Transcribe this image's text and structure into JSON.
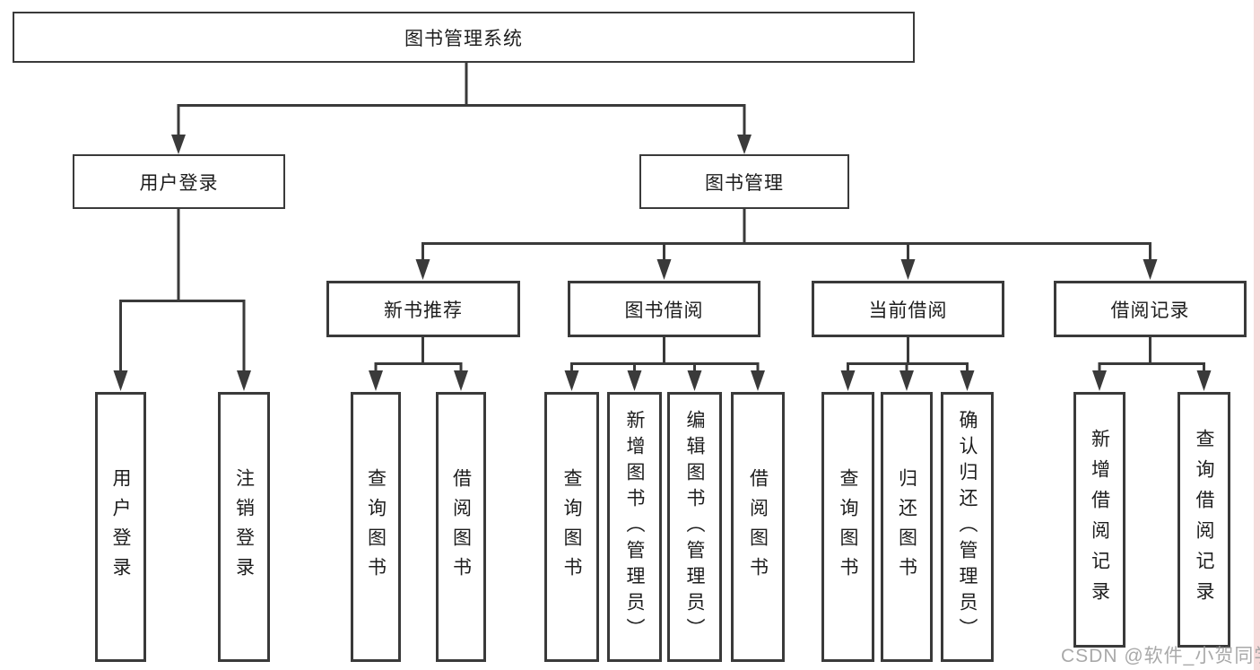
{
  "diagram": {
    "root": {
      "label": "图书管理系统"
    },
    "branches": [
      {
        "label": "用户登录",
        "children": [
          {
            "label": "用户登录"
          },
          {
            "label": "注销登录"
          }
        ]
      },
      {
        "label": "图书管理",
        "children": [
          {
            "label": "新书推荐",
            "children": [
              {
                "label": "查询图书"
              },
              {
                "label": "借阅图书"
              }
            ]
          },
          {
            "label": "图书借阅",
            "children": [
              {
                "label": "查询图书"
              },
              {
                "label": "新增图书（管理员）"
              },
              {
                "label": "编辑图书（管理员）"
              },
              {
                "label": "借阅图书"
              }
            ]
          },
          {
            "label": "当前借阅",
            "children": [
              {
                "label": "查询图书"
              },
              {
                "label": "归还图书"
              },
              {
                "label": "确认归还（管理员）"
              }
            ]
          },
          {
            "label": "借阅记录",
            "children": [
              {
                "label": "新增借阅记录"
              },
              {
                "label": "查询借阅记录"
              }
            ]
          }
        ]
      }
    ]
  },
  "watermark": {
    "text": "CSDN @软件_小贺同学"
  },
  "colors": {
    "line": "#3a3a3a",
    "box_border": "#3a3a3a",
    "text": "#1d1d1d",
    "watermark": "#a0a0a0",
    "right_edge_strip": "#f6dada",
    "background": "#ffffff"
  }
}
